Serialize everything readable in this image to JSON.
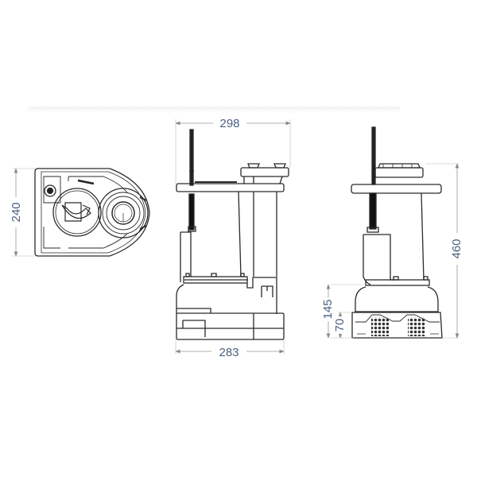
{
  "drawing": {
    "title": "Submersible pump dimensional drawing",
    "views": [
      "top-view",
      "front-view",
      "side-view"
    ],
    "units": "mm"
  },
  "dimensions": {
    "top_view_depth": "240",
    "front_view_width_top": "298",
    "front_view_width_base": "283",
    "side_view_height": "460",
    "side_view_housing_height": "145",
    "side_view_base_height": "70"
  },
  "colors": {
    "line": "#2a2a2a",
    "dimension_text": "#4a5f7f",
    "dimension_line": "#9a9a9a",
    "background": "#ffffff"
  }
}
